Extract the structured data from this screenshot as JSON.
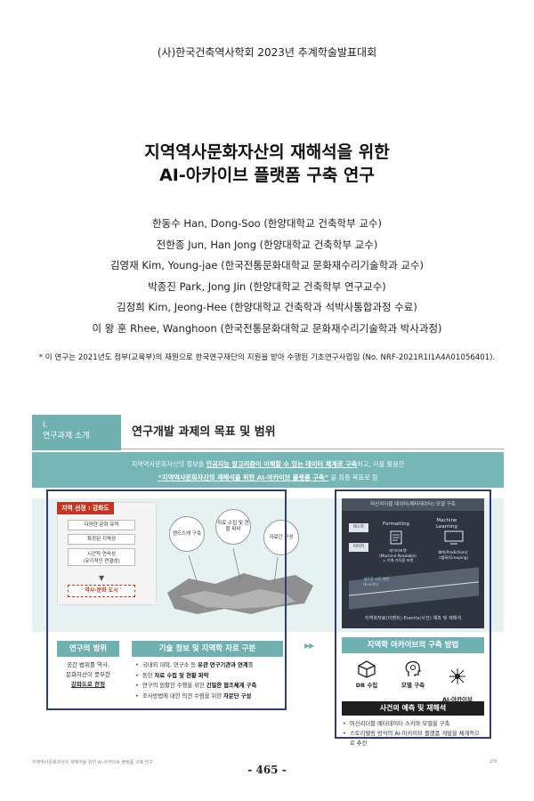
{
  "header": "(사)한국건축역사학회  2023년 추계학술발표대회",
  "title": {
    "line1": "지역역사문화자산의 재해석을 위한",
    "line2": "AI-아카이브 플랫폼 구축 연구"
  },
  "authors": [
    "한동수 Han, Dong-Soo (한양대학교 건축학부 교수)",
    "전한종 Jun, Han Jong (한양대학교 건축학부 교수)",
    "김영재 Kim, Young-jae (한국전통문화대학교 문화재수리기술학과 교수)",
    "박종진 Park, Jong Jin (한양대학교 건축학부 연구교수)",
    "김정희 Kim, Jeong-Hee (한양대학교 건축학과 석박사통합과정 수료)",
    "이 왕 훈  Rhee, Wanghoon (한국전통문화대학교 문화재수리기술학과 박사과정)"
  ],
  "footnote": "* 이 연구는 2021년도 정부(교육부)의 재원으로 한국연구재단의 지원을 받아 수행된 기초연구사업임 (No. NRF-2021R1I1A4A01056401).",
  "slide": {
    "section_num": "I.",
    "section_name": "연구과제 소개",
    "section_title": "연구개발 과제의 목표 및 범위",
    "intro_a": "지역역사문화자산의 정보를 ",
    "intro_b": "인공지능 알고리즘이 이해할 수 있는 데이터 체계로 구축",
    "intro_c": "하고, 이를 활용한",
    "intro_d": "“지역역사문화자산의 재해석을 위한 AI-아카이브 플랫폼 구축”",
    "intro_e": "을 최종 목표로 함",
    "region_tag": "지역 선정 : 강화도",
    "region_items": [
      "다양한 문화 유적",
      "특정된 지역성",
      "시간적 연속성\n(유기적인 연결성)"
    ],
    "region_target": "' 역사·문화 도시 '",
    "bubbles": [
      "랜드스케 구축",
      "자료 수집 및 현황 파악",
      "자료간 구성"
    ],
    "scope_head": "연구의 범위",
    "scope_a": "공간 범위를 역사,",
    "scope_b": "문화자산이 풍부한",
    "scope_c": "강화도로 한정",
    "tech_head": "기술 정보 및 지역학 자료 구분",
    "tech_items": [
      {
        "pre": "국내외 대학, 연구소 등 ",
        "bold": "유관 연구기관과 연계",
        "post": "를"
      },
      {
        "pre": "동한 ",
        "bold": "자료 수집 및 현황 파악",
        "post": ""
      },
      {
        "pre": "연구의 원활한 수행을 위한 ",
        "bold": "긴밀한 협조체계 구축",
        "post": ""
      },
      {
        "pre": "조사방법에 대한 의견 수렴을 위한 ",
        "bold": "자문단 구성",
        "post": ""
      }
    ],
    "arrows": "▶▶",
    "dark_title": "머신리더블 데이터(메타데이터) 모델 구축",
    "dp_formatting": "Formatting",
    "dp_ml": "Machine\nLearning",
    "dp_chip1": "텍스트",
    "dp_chip2": "이미지",
    "dp_caption1": "데이터포맷\n(Machine Readable)\n= 기계 가독용 포맷",
    "dp_caption2": "예측(Prediction)/\n그룹화(Grouping)",
    "dp_events": "새로운 시간 패턴\n(Events)",
    "dark_foot": "지역학자료(이벤트) Events(사건) 예측 및 재해석",
    "method_head": "지역학 아카이브의 구축 방법",
    "methods": [
      "DB 수집",
      "모델 구축",
      "AI-아카이브\n플랫폼 구축"
    ],
    "pred_head": "사건의 예측 및 재해석",
    "pred_items": [
      "머신리더블 메타데이터 스키마 모델을 구축",
      "스토리텔링 방식의 AI-아카이브 플랫폼 개발을 체계적으로 추진"
    ],
    "foot_left": "지역역사문화자산의 재해석을 위한 AI-아카이브 플랫폼 구축 연구",
    "foot_right": "2/9"
  },
  "page_number": "- 465 -",
  "colors": {
    "teal": "#6fb0b1",
    "navy_frame": "#2a3f7a",
    "red_tag": "#c8341f",
    "dark_panel": "#2e3440"
  }
}
